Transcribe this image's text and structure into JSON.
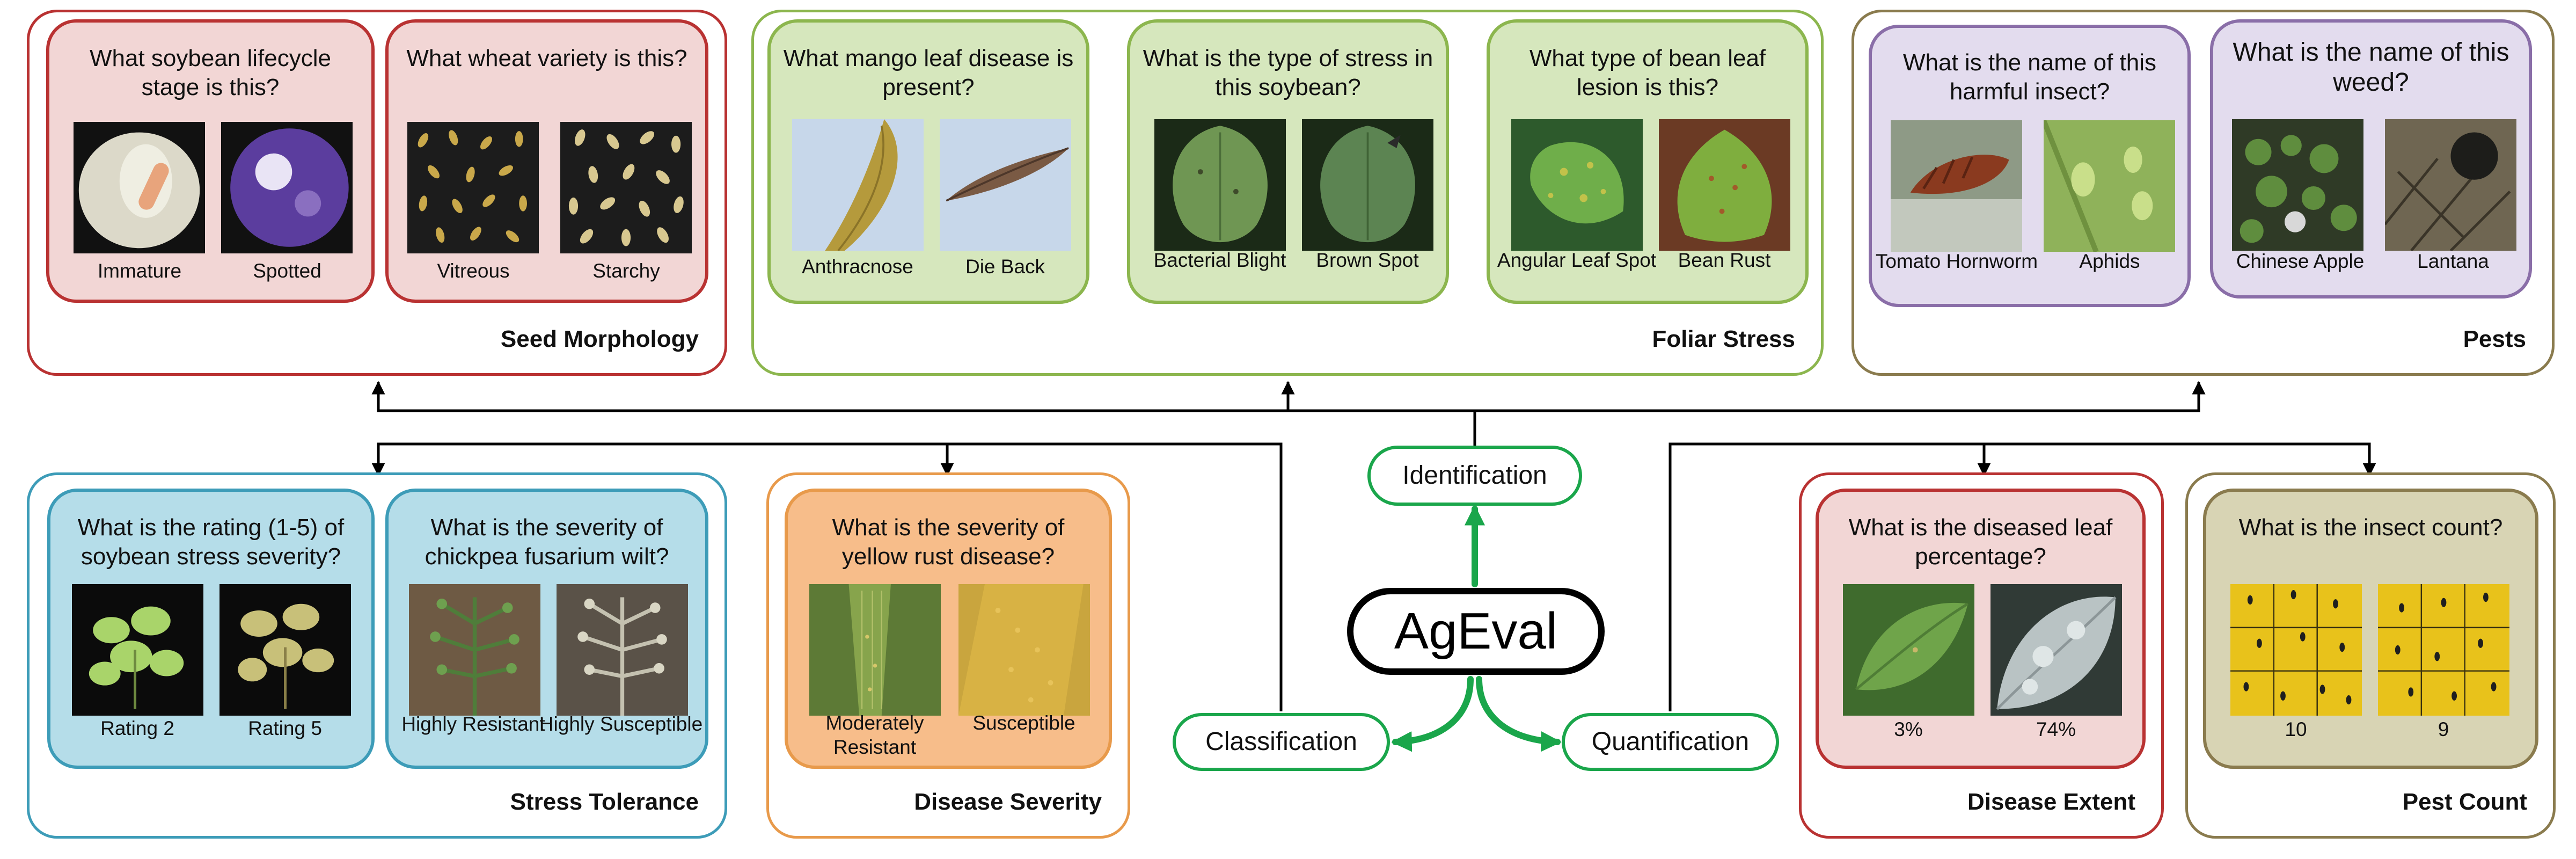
{
  "center": {
    "label": "AgEval"
  },
  "tasks": {
    "identification": "Identification",
    "classification": "Classification",
    "quantification": "Quantification"
  },
  "groups": {
    "seed_morphology": "Seed Morphology",
    "foliar_stress": "Foliar Stress",
    "pests": "Pests",
    "stress_tolerance": "Stress Tolerance",
    "disease_severity": "Disease Severity",
    "disease_extent": "Disease Extent",
    "pest_count": "Pest Count"
  },
  "cards": {
    "soy_lifecycle": {
      "question": "What soybean lifecycle stage is this?",
      "labels": [
        "Immature",
        "Spotted"
      ]
    },
    "wheat_variety": {
      "question": "What wheat variety is this?",
      "labels": [
        "Vitreous",
        "Starchy"
      ]
    },
    "mango_disease": {
      "question": "What mango leaf disease is present?",
      "labels": [
        "Anthracnose",
        "Die Back"
      ]
    },
    "soy_stress": {
      "question": "What is the type of stress in this soybean?",
      "labels": [
        "Bacterial Blight",
        "Brown Spot"
      ]
    },
    "bean_lesion": {
      "question": "What type of bean leaf lesion is this?",
      "labels": [
        "Angular Leaf Spot",
        "Bean Rust"
      ]
    },
    "harmful_insect": {
      "question": "What is the name of this harmful insect?",
      "labels": [
        "Tomato Hornworm",
        "Aphids"
      ]
    },
    "weed_name": {
      "question": "What is the name of this weed?",
      "labels": [
        "Chinese Apple",
        "Lantana"
      ]
    },
    "soy_rating": {
      "question": "What is the rating (1-5) of soybean stress severity?",
      "labels": [
        "Rating 2",
        "Rating 5"
      ]
    },
    "chickpea_wilt": {
      "question": "What is the severity of chickpea fusarium wilt?",
      "labels": [
        "Highly Resistant",
        "Highly Susceptible"
      ]
    },
    "yellow_rust": {
      "question": "What is the severity of yellow rust disease?",
      "labels": [
        "Moderately Resistant",
        "Susceptible"
      ]
    },
    "leaf_percentage": {
      "question": "What is the diseased leaf percentage?",
      "labels": [
        "3%",
        "74%"
      ]
    },
    "insect_count": {
      "question": "What is the insect count?",
      "labels": [
        "10",
        "9"
      ]
    }
  },
  "colors": {
    "seed": {
      "border": "#b93232",
      "fill": "#f2d6d5"
    },
    "foliar": {
      "border": "#8cb64e",
      "fill": "#d6e7bd"
    },
    "pests": {
      "border": "#8a6ea8",
      "fill": "#e3dcee"
    },
    "stress": {
      "border": "#3d9cb8",
      "fill": "#b5dde9"
    },
    "severity": {
      "border": "#e89a4b",
      "fill": "#f7bd8a"
    },
    "extent": {
      "border": "#b93232",
      "fill": "#f2d6d5"
    },
    "count": {
      "border": "#8a7b4e",
      "fill": "#d8d4b4"
    },
    "arrow_green": "#1aa64b"
  }
}
